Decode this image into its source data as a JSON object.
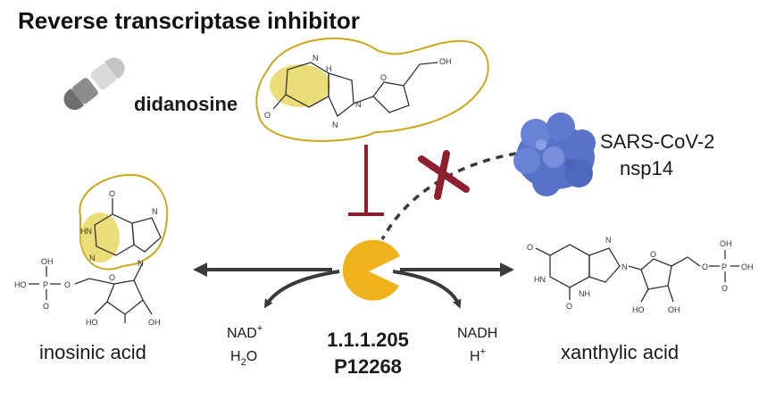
{
  "title": "Reverse transcriptase inhibitor",
  "drug": {
    "name": "didanosine"
  },
  "virus": {
    "line1": "SARS-CoV-2",
    "line2": "nsp14"
  },
  "substrate": {
    "name": "inosinic acid"
  },
  "product": {
    "name": "xanthylic acid"
  },
  "enzyme": {
    "ec": "1.1.1.205",
    "uniprot": "P12268"
  },
  "cofactors": {
    "in_1": "NAD",
    "in_1_sup": "+",
    "in_2": "H",
    "in_2_sub": "2",
    "in_2_tail": "O",
    "out_1": "NADH",
    "out_2": "H",
    "out_2_sup": "+"
  },
  "atoms": {
    "N": "N",
    "NH": "NH",
    "HN": "HN",
    "O": "O",
    "OH": "OH",
    "HO": "HO",
    "P": "P",
    "H": "H"
  },
  "colors": {
    "enzyme": "#F0B21A",
    "highlight": "#E4D24A",
    "outline": "#C9A81E",
    "inhibition": "#8E1F2F",
    "virus": "#5872C8",
    "arrow": "#3a3a3a"
  }
}
